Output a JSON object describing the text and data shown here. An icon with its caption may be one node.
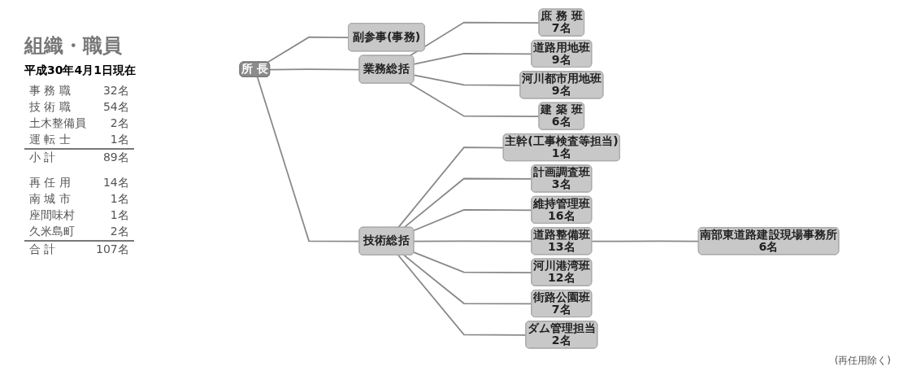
{
  "diagram": {
    "title": "組織・職員",
    "nodes": [
      {
        "text": [
          "所 長"
        ]
      },
      {
        "text": [
          "副参事(事務)"
        ]
      },
      {
        "text": [
          "業務総括"
        ]
      },
      {
        "text": [
          "技術総括"
        ]
      },
      {
        "text": [
          "庶 務 班",
          "7名"
        ]
      },
      {
        "text": [
          "道路用地班",
          "9名"
        ]
      },
      {
        "text": [
          "河川都市用地班",
          "9名"
        ]
      },
      {
        "text": [
          "建 築 班",
          "6名"
        ]
      },
      {
        "text": [
          "主幹(工事検査等担当)",
          "1名"
        ]
      },
      {
        "text": [
          "計画調査班",
          "3名"
        ]
      },
      {
        "text": [
          "維持管理班",
          "16名"
        ]
      },
      {
        "text": [
          "道路整備班",
          "13名"
        ]
      },
      {
        "text": [
          "南部東道路建設現場事務所",
          "6名"
        ]
      },
      {
        "text": [
          "河川港湾班",
          "12名"
        ]
      },
      {
        "text": [
          "街路公園班",
          "7名"
        ]
      },
      {
        "text": [
          "ダム管理担当",
          "2名"
        ]
      }
    ],
    "edges": [
      {
        "from": 0,
        "to": 1,
        "arrow": "none"
      },
      {
        "from": 0,
        "to": 2,
        "arrow": "none"
      },
      {
        "from": 0,
        "to": 3,
        "arrow": "none"
      },
      {
        "from": 2,
        "to": 4,
        "arrow": "none"
      },
      {
        "from": 2,
        "to": 5,
        "arrow": "none"
      },
      {
        "from": 2,
        "to": 6,
        "arrow": "none"
      },
      {
        "from": 2,
        "to": 7,
        "arrow": "none"
      },
      {
        "from": 3,
        "to": 8,
        "arrow": "none"
      },
      {
        "from": 3,
        "to": 9,
        "arrow": "none"
      },
      {
        "from": 3,
        "to": 10,
        "arrow": "none"
      },
      {
        "from": 3,
        "to": 11,
        "arrow": "none"
      },
      {
        "from": 11,
        "to": 12,
        "arrow": "none"
      },
      {
        "from": 3,
        "to": 13,
        "arrow": "none"
      },
      {
        "from": 3,
        "to": 14,
        "arrow": "none"
      },
      {
        "from": 3,
        "to": 15,
        "arrow": "none"
      }
    ],
    "labels": [
      "平成30年4月1日現在",
      "事 務 職",
      "32名",
      "技 術 職",
      "54名",
      "土木整備員",
      "2名",
      "運 転 士",
      "1名",
      "小 計",
      "89名",
      "再 任 用",
      "14名",
      "南 城 市",
      "1名",
      "座間味村",
      "1名",
      "久米島町",
      "2名",
      "合 計",
      "107名",
      "(再任用除く)"
    ]
  }
}
